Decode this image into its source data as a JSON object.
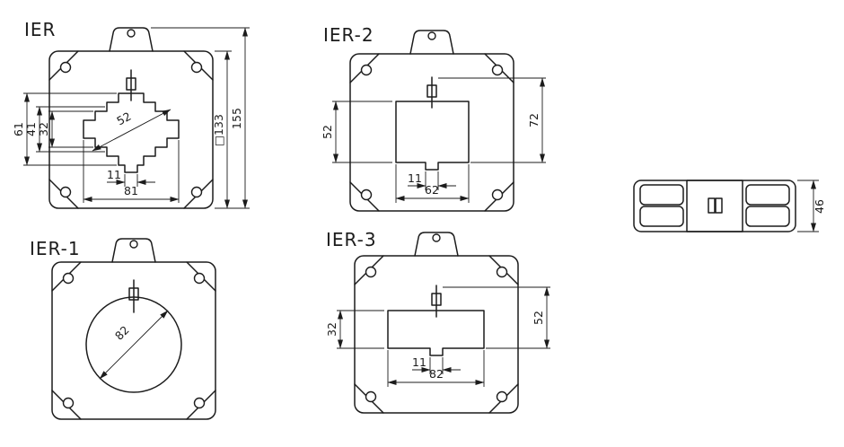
{
  "drawing": {
    "stroke": "#1c1c1c",
    "views": {
      "ier": {
        "title": "IER",
        "dims": {
          "height_full": "61",
          "height_mid": "41",
          "height_inner": "32",
          "diagonal": "52",
          "notch": "11",
          "width": "81",
          "body": "□133",
          "overall": "155"
        }
      },
      "ier2": {
        "title": "IER-2",
        "dims": {
          "win_height": "52",
          "height_to_screw": "72",
          "notch": "11",
          "width": "62"
        }
      },
      "ier1": {
        "title": "IER-1",
        "dims": {
          "diameter": "82"
        }
      },
      "ier3": {
        "title": "IER-3",
        "dims": {
          "win_height": "32",
          "height_to_screw": "52",
          "notch": "11",
          "width": "82"
        }
      },
      "side": {
        "dims": {
          "height": "46"
        }
      }
    }
  }
}
